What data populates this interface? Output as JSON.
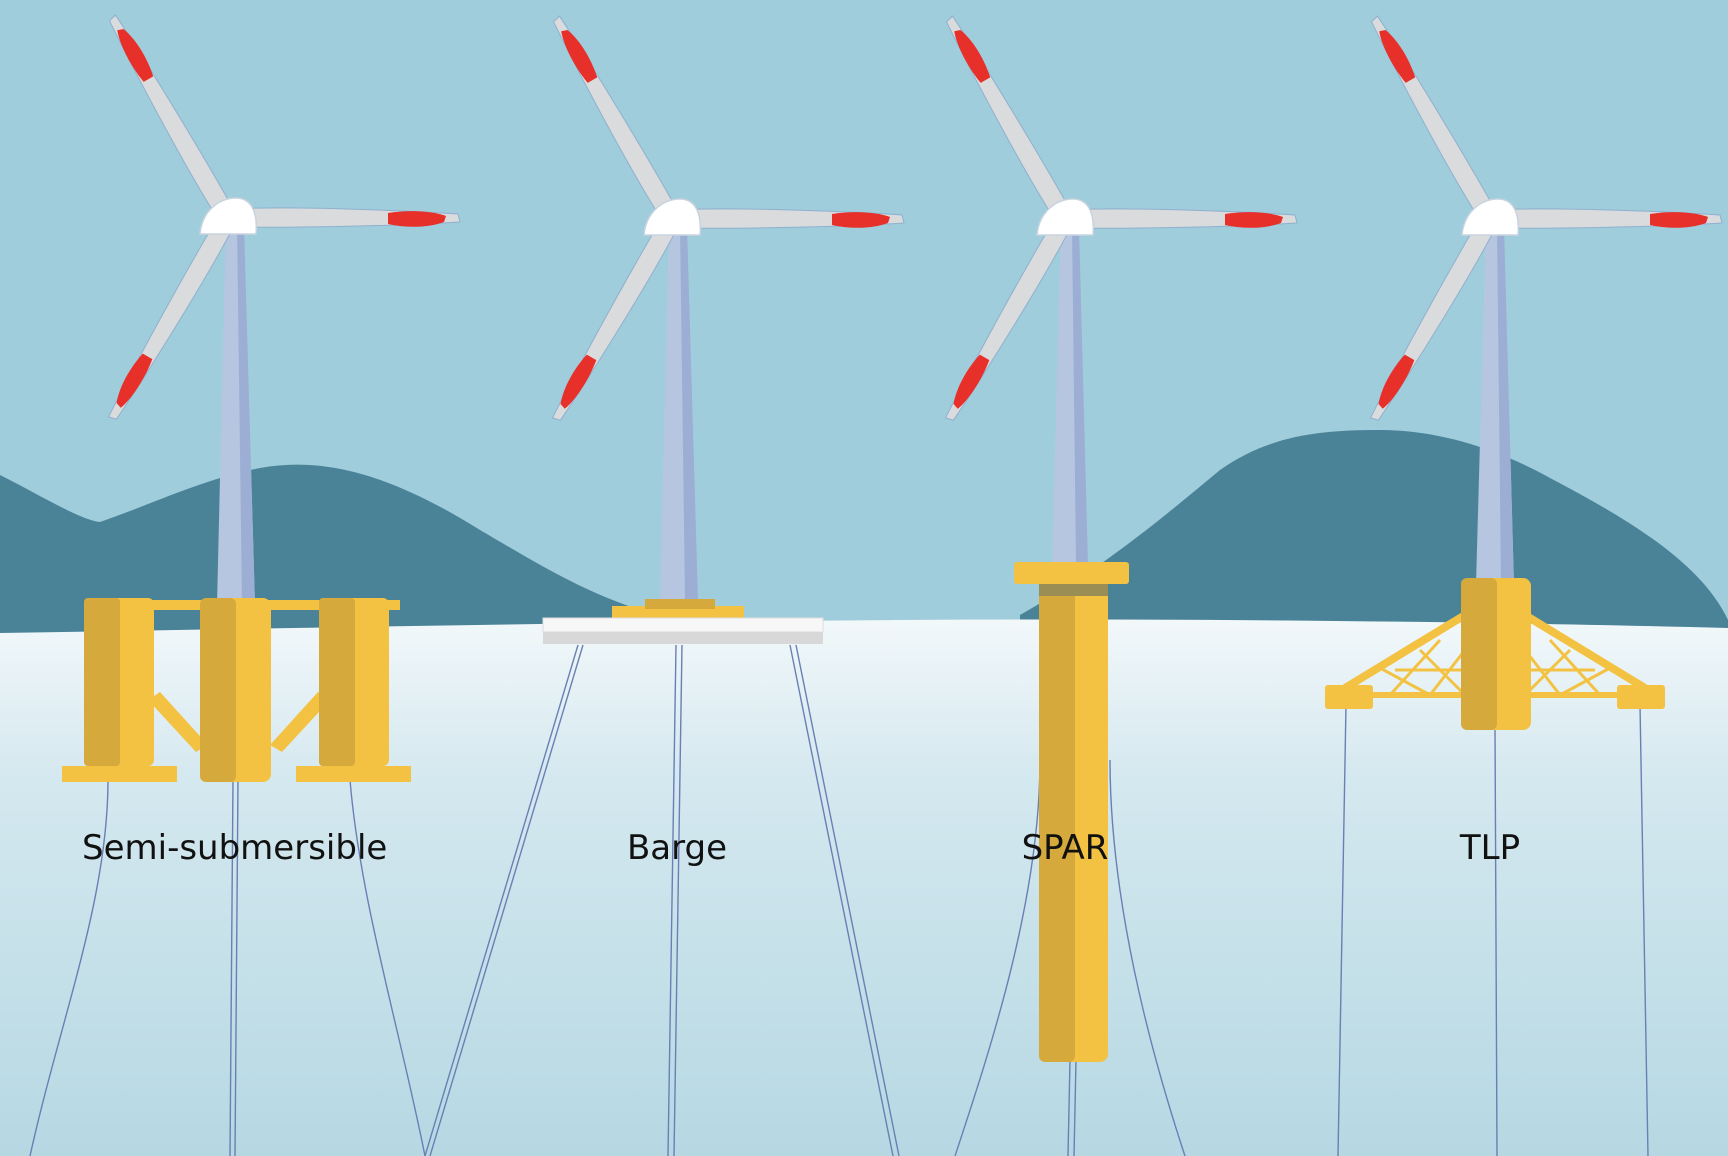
{
  "figure": {
    "colors": {
      "sky": "#a0cddb",
      "hills": "#4a8398",
      "water_top": "#f2f8fa",
      "water_bottom": "#b6d8e3",
      "tower": "#b6c6e0",
      "tower_shade": "#9caed4",
      "blade": "#d9dbdc",
      "blade_tip": "#e8302a",
      "nacelle": "#ffffff",
      "platform": "#f3c242",
      "platform_shade": "#d6a93c",
      "barge_deck": "#eaeaea",
      "mooring": "#6a7fb3"
    },
    "labels": {
      "semi": "Semi-submersible",
      "barge": "Barge",
      "spar": "SPAR",
      "tlp": "TLP"
    }
  }
}
